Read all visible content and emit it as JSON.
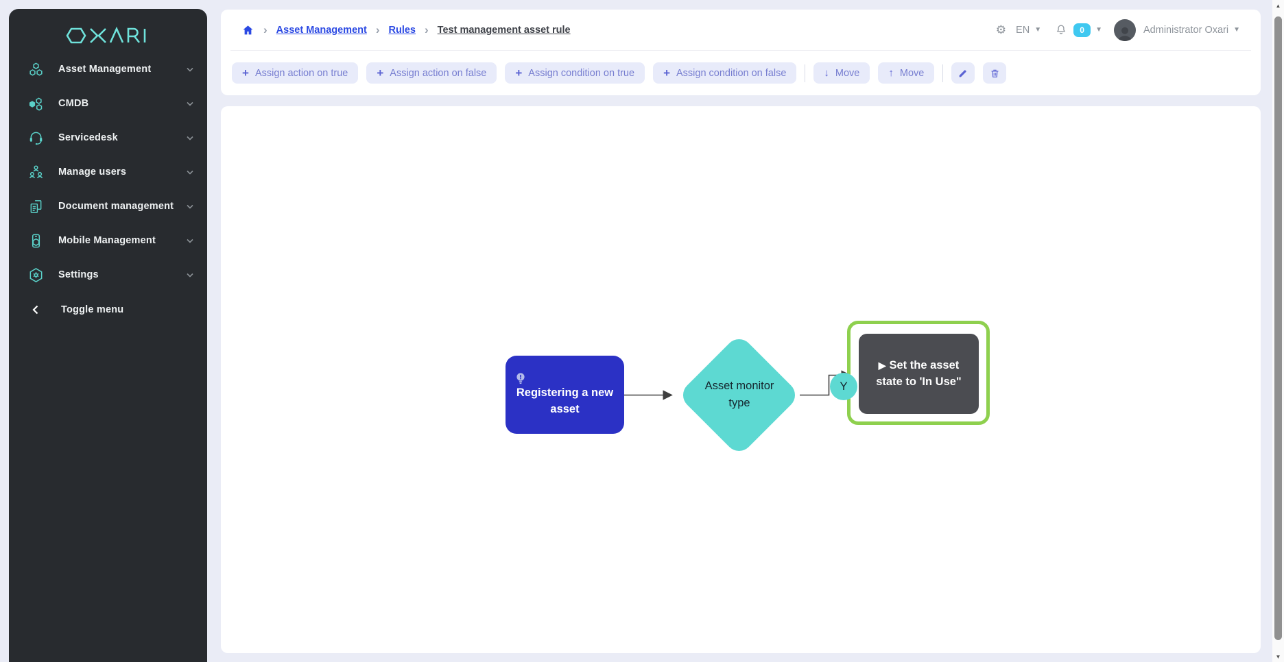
{
  "app": {
    "logo_text": "OXARI"
  },
  "colors": {
    "teal_accent": "#5dd9d2",
    "sidebar_bg": "#282b2f",
    "page_bg": "#eaecf6",
    "link_blue": "#2b49e3",
    "toolbar_purple": "#5b63d3",
    "start_node_blue": "#2b31c5",
    "decision_teal": "#5dd9d2",
    "action_node_gray": "#4b4c51",
    "selection_green": "#8ed04e",
    "badge_cyan": "#3fc8f0"
  },
  "sidebar": {
    "items": [
      {
        "label": "Asset Management",
        "icon": "hexagons-icon"
      },
      {
        "label": "CMDB",
        "icon": "cmdb-icon"
      },
      {
        "label": "Servicedesk",
        "icon": "headset-icon"
      },
      {
        "label": "Manage users",
        "icon": "users-icon"
      },
      {
        "label": "Document management",
        "icon": "documents-icon"
      },
      {
        "label": "Mobile Management",
        "icon": "mobile-icon"
      },
      {
        "label": "Settings",
        "icon": "gear-hexagon-icon"
      }
    ],
    "toggle_label": "Toggle menu"
  },
  "breadcrumb": {
    "items": [
      {
        "label": "Asset Management"
      },
      {
        "label": "Rules"
      },
      {
        "label": "Test management asset rule"
      }
    ]
  },
  "userbar": {
    "language": "EN",
    "notification_count": "0",
    "user_name": "Administrator Oxari"
  },
  "toolbar": {
    "assign_action_true": "Assign action on true",
    "assign_action_false": "Assign action on false",
    "assign_condition_true": "Assign condition on true",
    "assign_condition_false": "Assign condition on false",
    "move_down": "Move",
    "move_up": "Move"
  },
  "flowchart": {
    "start_label": "Registering a new asset",
    "condition_label": "Asset monitor type",
    "action_label": "Set the asset state to 'In Use\"",
    "branch_label": "Y"
  }
}
